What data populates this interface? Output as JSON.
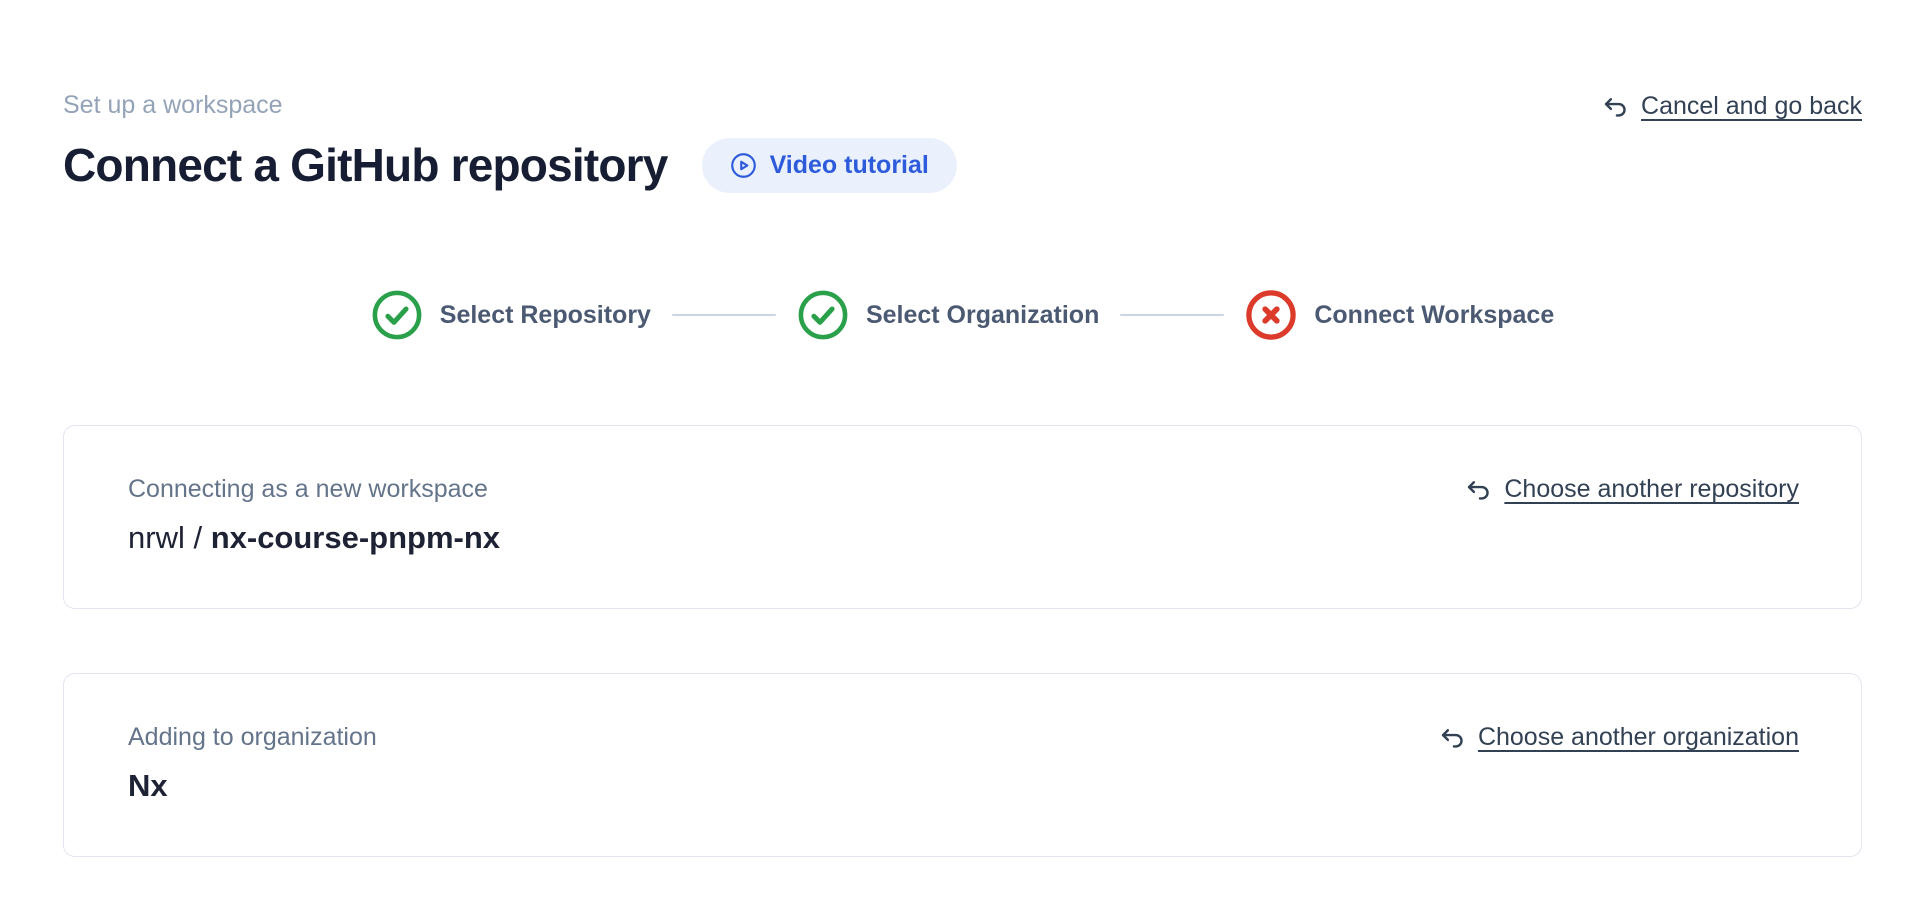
{
  "header": {
    "eyebrow": "Set up a workspace",
    "title": "Connect a GitHub repository",
    "video_button": {
      "label": "Video tutorial",
      "icon": "play-circle-icon"
    },
    "cancel_link": {
      "label": "Cancel and go back",
      "icon": "undo-arrow-icon"
    }
  },
  "stepper": {
    "steps": [
      {
        "label": "Select Repository",
        "status": "complete",
        "icon": "check-circle-icon"
      },
      {
        "label": "Select Organization",
        "status": "complete",
        "icon": "check-circle-icon"
      },
      {
        "label": "Connect Workspace",
        "status": "error",
        "icon": "x-circle-icon"
      }
    ]
  },
  "cards": {
    "repository": {
      "label": "Connecting as a new workspace",
      "value_prefix": "nrwl / ",
      "value": "nx-course-pnpm-nx",
      "action_label": "Choose another repository"
    },
    "organization": {
      "label": "Adding to organization",
      "value": "Nx",
      "action_label": "Choose another organization"
    }
  },
  "colors": {
    "accent_blue": "#2d5bdb",
    "accent_blue_bg": "#ebf1fc",
    "success_green": "#2aa04a",
    "error_red": "#dc3a2a",
    "link_text": "#334155",
    "muted_text": "#64748b",
    "step_label_text": "#4b5a72",
    "heading_text": "#171e33",
    "card_border": "#e3e5f0"
  }
}
